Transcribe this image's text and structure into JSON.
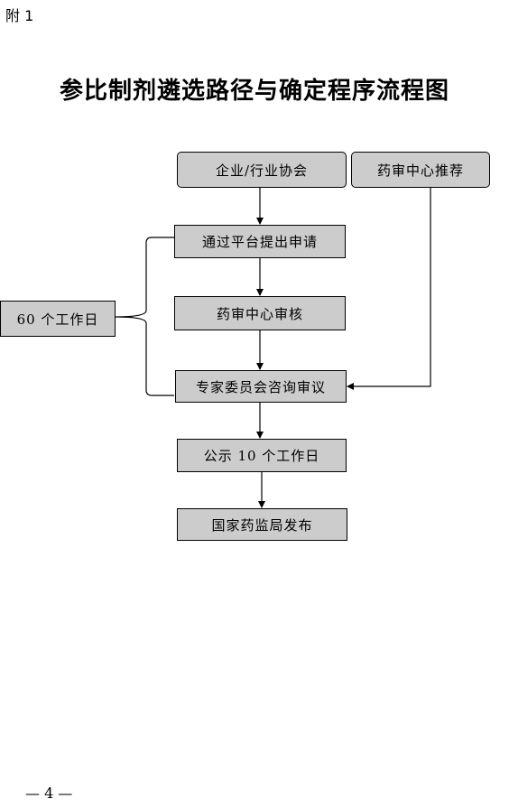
{
  "appendix_label": "附 1",
  "title": "参比制剂遴选路径与确定程序流程图",
  "nodes": {
    "enterprise": "企业/行业协会",
    "cde_recommend": "药审中心推荐",
    "platform_apply": "通过平台提出申请",
    "cde_review": "药审中心审核",
    "expert_review": "专家委员会咨询审议",
    "publicity": "公示 10 个工作日",
    "nmpa_release": "国家药监局发布",
    "working_days": "60 个工作日"
  },
  "page_number": "— 4 —"
}
